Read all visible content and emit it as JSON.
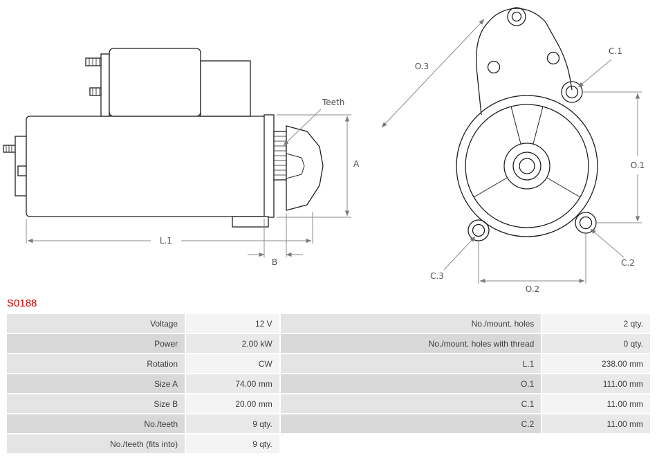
{
  "part": {
    "number": "S0188"
  },
  "colors": {
    "part_number": "#cc0000",
    "outline": "#1f1f1f",
    "dimension": "#8a8a8a"
  },
  "drawing": {
    "labels": {
      "teeth": "Teeth",
      "a": "A",
      "l1": "L.1",
      "b": "B",
      "o3": "O.3",
      "c1": "C.1",
      "o1": "O.1",
      "o2": "O.2",
      "c2": "C.2",
      "c3": "C.3"
    }
  },
  "table": {
    "left": [
      {
        "label": "Voltage",
        "value": "12 V"
      },
      {
        "label": "Power",
        "value": "2.00 kW"
      },
      {
        "label": "Rotation",
        "value": "CW"
      },
      {
        "label": "Size A",
        "value": "74.00 mm"
      },
      {
        "label": "Size B",
        "value": "20.00 mm"
      },
      {
        "label": "No./teeth",
        "value": "9 qty."
      },
      {
        "label": "No./teeth (fits into)",
        "value": "9 qty."
      }
    ],
    "right": [
      {
        "label": "No./mount. holes",
        "value": "2 qty."
      },
      {
        "label": "No./mount. holes with thread",
        "value": "0 qty."
      },
      {
        "label": "L.1",
        "value": "238.00 mm"
      },
      {
        "label": "O.1",
        "value": "111.00 mm"
      },
      {
        "label": "C.1",
        "value": "11.00 mm"
      },
      {
        "label": "C.2",
        "value": "11.00 mm"
      },
      {
        "label": "",
        "value": ""
      }
    ]
  }
}
